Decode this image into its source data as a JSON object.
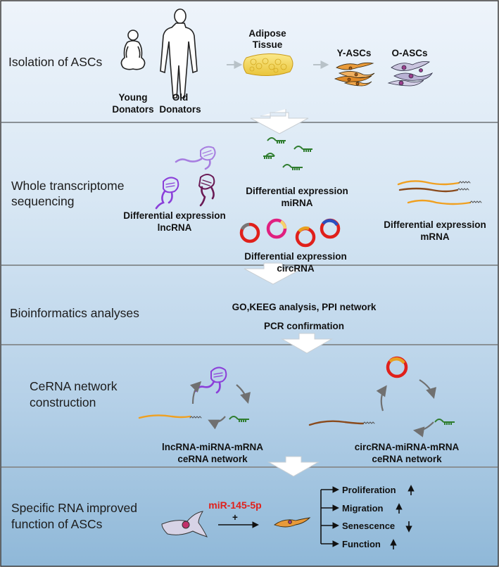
{
  "stages": [
    {
      "title": "Isolation of ASCs",
      "young_label_1": "Young",
      "young_label_2": "Donators",
      "old_label_1": "Old",
      "old_label_2": "Donators",
      "tissue_label_1": "Adipose",
      "tissue_label_2": "Tissue",
      "y_ascs": "Y-ASCs",
      "o_ascs": "O-ASCs"
    },
    {
      "title_line1": "Whole transcriptome",
      "title_line2": "sequencing",
      "lncrna_1": "Differential expression",
      "lncrna_2": "lncRNA",
      "mirna_1": "Differential expression",
      "mirna_2": "miRNA",
      "circrna_1": "Differential expression",
      "circrna_2": "circRNA",
      "mrna_1": "Differential expression",
      "mrna_2": "mRNA"
    },
    {
      "title": "Bioinformatics analyses",
      "line1": "GO,KEEG analysis, PPI network",
      "line2": "PCR confirmation"
    },
    {
      "title_line1": "CeRNA network",
      "title_line2": "construction",
      "left_1": "lncRNA-miRNA-mRNA",
      "left_2": "ceRNA network",
      "right_1": "circRNA-miRNA-mRNA",
      "right_2": "ceRNA network"
    },
    {
      "title_line1": "Specific RNA improved",
      "title_line2": "function of ASCs",
      "mirna": "miR-145-5p",
      "plus": "+",
      "outcomes": [
        {
          "label": "Proliferation",
          "arrow": "up"
        },
        {
          "label": "Migration",
          "arrow": "up"
        },
        {
          "label": "Senescence",
          "arrow": "down"
        },
        {
          "label": "Function",
          "arrow": "up"
        }
      ]
    }
  ],
  "colors": {
    "band_top": "#eef4fb",
    "band_bottom": "#8fb8d8",
    "divider": "#8a9196",
    "accent_red": "#e0201b",
    "lncrna_purple": "#8b3fd9",
    "lncrna_dark": "#6a1a55",
    "mirna_green": "#2f7d2f",
    "mrna_orange": "#f0a020",
    "mrna_brown": "#8a4a1c"
  },
  "icons": [
    "baby-icon",
    "adult-icon",
    "adipose-tissue-icon",
    "cell-icon",
    "mirna-icon",
    "lncrna-icon",
    "circrna-icon",
    "mrna-icon",
    "cycle-arrow-icon",
    "stage-arrow-icon"
  ]
}
